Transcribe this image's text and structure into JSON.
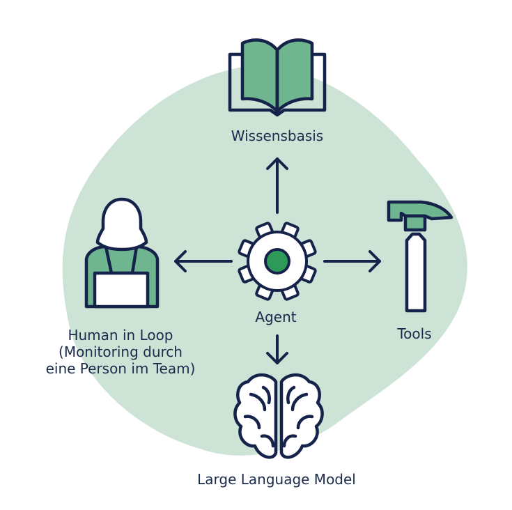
{
  "colors": {
    "blob": "#cce3d6",
    "ink": "#15224a",
    "accent": "#6fb58f",
    "gear_center": "#2e9a5a",
    "background": "#ffffff"
  },
  "nodes": {
    "knowledge": {
      "icon": "book-icon",
      "label": "Wissensbasis"
    },
    "agent": {
      "icon": "gear-icon",
      "label": "Agent"
    },
    "tools": {
      "icon": "hammer-icon",
      "label": "Tools"
    },
    "human": {
      "icon": "person-laptop-icon",
      "label_lines": [
        "Human in Loop",
        "(Monitoring durch",
        "eine Person im Team)"
      ]
    },
    "llm": {
      "icon": "brain-icon",
      "label": "Large Language Model"
    }
  }
}
